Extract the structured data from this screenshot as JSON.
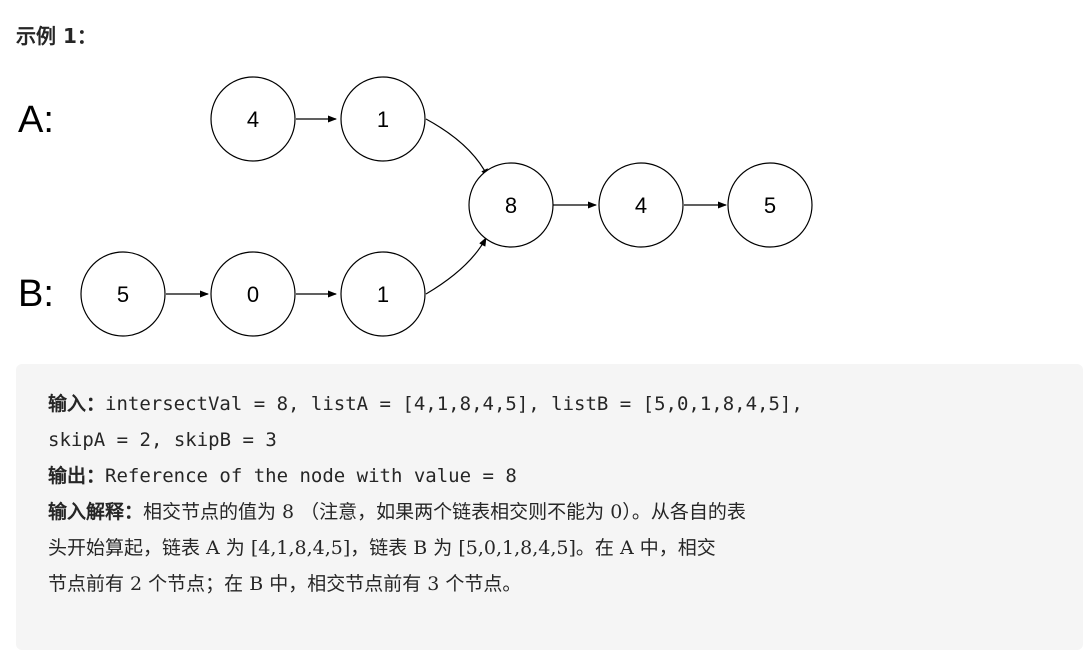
{
  "heading": "示例 1：",
  "diagram": {
    "label_a": "A:",
    "label_b": "B:",
    "list_a_nodes": [
      "4",
      "1"
    ],
    "list_b_nodes": [
      "5",
      "0",
      "1"
    ],
    "shared_nodes": [
      "8",
      "4",
      "5"
    ]
  },
  "example": {
    "input_label": "输入：",
    "input_line1": "intersectVal = 8, listA = [4,1,8,4,5], listB = [5,0,1,8,4,5],",
    "input_line2": "skipA = 2, skipB = 3",
    "output_label": "输出：",
    "output_value": "Reference of the node with value = 8",
    "explanation_label": "输入解释：",
    "explanation_line1": "相交节点的值为 8 （注意，如果两个链表相交则不能为 0）。从各自的表",
    "explanation_line2": "头开始算起，链表 A 为 [4,1,8,4,5]，链表 B 为 [5,0,1,8,4,5]。在 A 中，相交",
    "explanation_line3": "节点前有 2 个节点；在 B 中，相交节点前有 3 个节点。"
  }
}
